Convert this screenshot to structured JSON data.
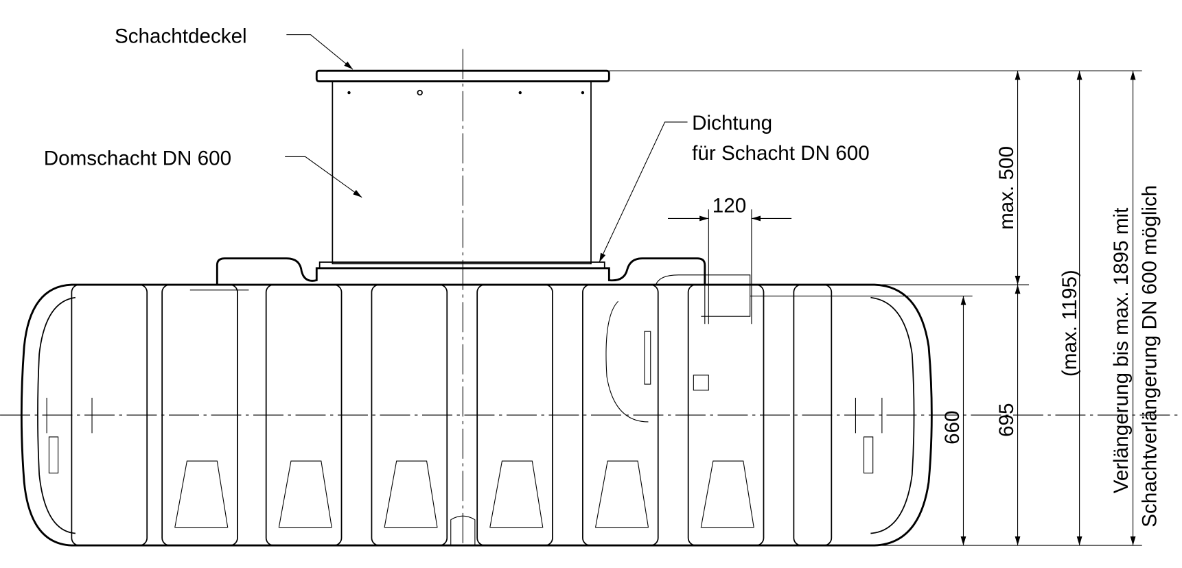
{
  "labels": {
    "lid": "Schachtdeckel",
    "dome_shaft": "Domschacht DN 600",
    "seal_line1": "Dichtung",
    "seal_line2": "für Schacht DN 600"
  },
  "dimensions": {
    "inlet_offset": "120",
    "shaft_height": "max. 500",
    "tank_height_inlet": "660",
    "tank_height": "695",
    "total_height": "(max. 1195)",
    "extension_line1": "Verlängerung bis max. 1895 mit",
    "extension_line2": "Schachtverlängerung DN 600 möglich"
  }
}
